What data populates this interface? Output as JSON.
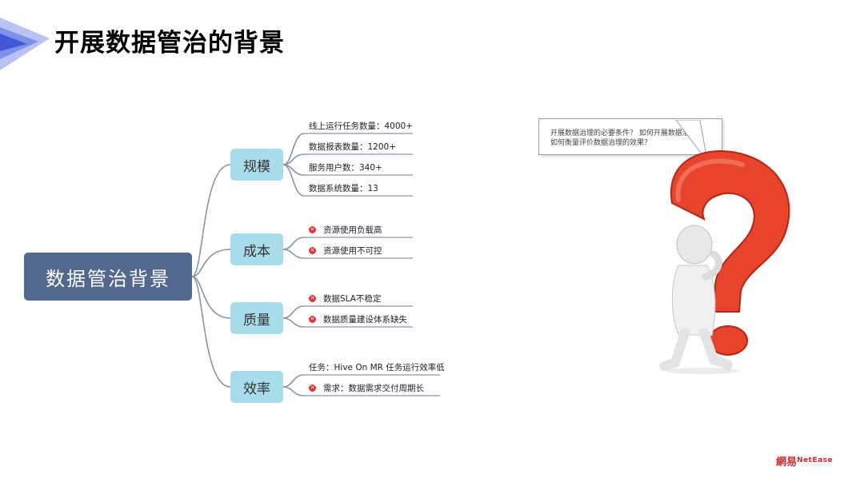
{
  "title": "开展数据管治的背景",
  "root": "数据管治背景",
  "categories": [
    {
      "label": "规模",
      "items": [
        {
          "text": "线上运行任务数量：4000+",
          "marked": false
        },
        {
          "text": "数据报表数量：1200+",
          "marked": false
        },
        {
          "text": "服务用户数：340+",
          "marked": false
        },
        {
          "text": "数据系统数量：13",
          "marked": false
        }
      ]
    },
    {
      "label": "成本",
      "items": [
        {
          "text": "资源使用负载高",
          "marked": true
        },
        {
          "text": "资源使用不可控",
          "marked": true
        }
      ]
    },
    {
      "label": "质量",
      "items": [
        {
          "text": "数据SLA不稳定",
          "marked": true
        },
        {
          "text": "数据质量建设体系缺失",
          "marked": true
        }
      ]
    },
    {
      "label": "效率",
      "items": [
        {
          "text": "任务：Hive On MR 任务运行效率低",
          "marked": false
        },
        {
          "text": "需求：数据需求交付周期长",
          "marked": true
        }
      ]
    }
  ],
  "bubble": {
    "line1": "开展数据治理的必要条件？ 如何开展数据治理？",
    "line2": "如何衡量评价数据治理的效果？"
  },
  "logo": {
    "cn": "網易",
    "en": "NetEase"
  },
  "colors": {
    "root": "#53688e",
    "category": "#a9dcea",
    "marker": "#e0353a",
    "question": "#e8432b"
  }
}
